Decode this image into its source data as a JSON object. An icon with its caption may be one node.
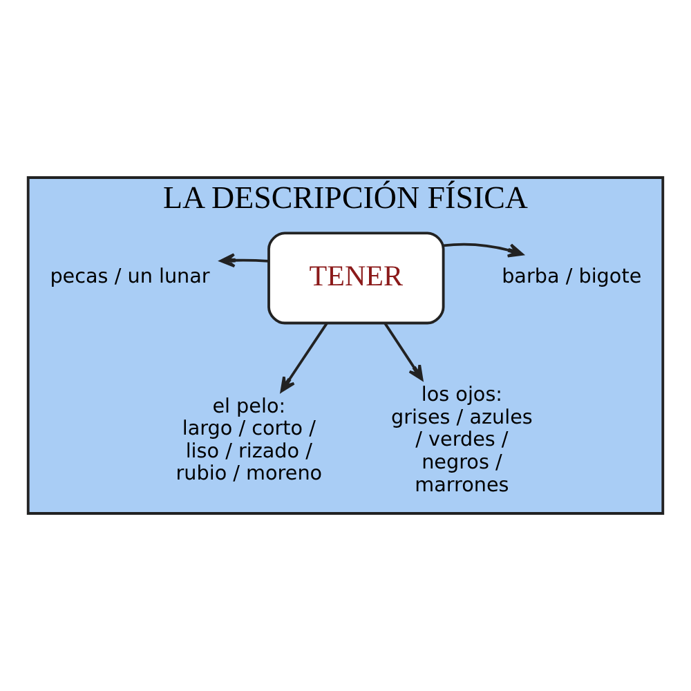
{
  "diagram": {
    "nodes": [
      {
        "text": [
          "LA DESCRIPCIÓN FÍSICA"
        ]
      },
      {
        "text": [
          "TENER"
        ],
        "in": 0
      },
      {
        "text": [
          "pecas / un lunar"
        ],
        "in": 0
      },
      {
        "text": [
          "barba / bigote"
        ],
        "in": 0
      },
      {
        "text": [
          "el pelo:",
          "largo / corto / liso / rizado / rubio / moreno"
        ],
        "in": 0
      },
      {
        "text": [
          "los ojos:",
          "grises / azules / verdes / negros / marrones"
        ],
        "in": 0
      }
    ],
    "edges": [
      {
        "from": 1,
        "to": 2,
        "arrow": "to"
      },
      {
        "from": 1,
        "to": 3,
        "arrow": "to"
      },
      {
        "from": 1,
        "to": 4,
        "arrow": "to"
      },
      {
        "from": 1,
        "to": 5,
        "arrow": "to"
      }
    ]
  }
}
